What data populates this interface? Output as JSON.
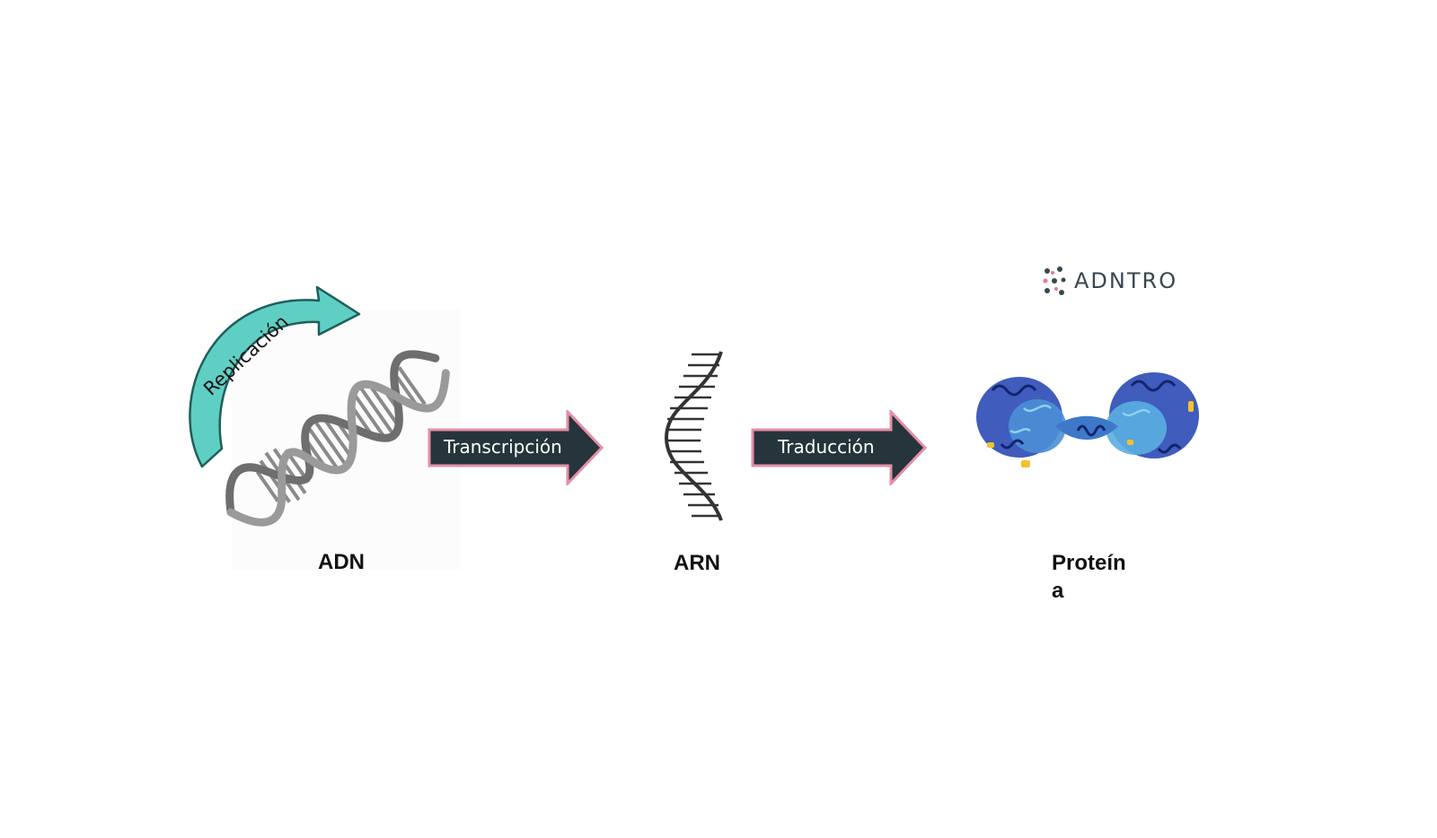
{
  "diagram": {
    "replication_label": "Replicación",
    "transcription_label": "Transcripción",
    "translation_label": "Traducción",
    "stages": {
      "dna": "ADN",
      "rna": "ARN",
      "protein": "Proteína"
    }
  },
  "logo": {
    "text": "ADNTRO",
    "icon": "helix-dots-icon"
  },
  "colors": {
    "arrow_fill": "#26343b",
    "arrow_border": "#e58ea6",
    "replication_arrow": "#5fcfc4",
    "dna_strand": "#6e6e6e",
    "protein_primary": "#1f3fb0",
    "protein_secondary": "#5aaee0",
    "protein_accent": "#f2c230"
  }
}
